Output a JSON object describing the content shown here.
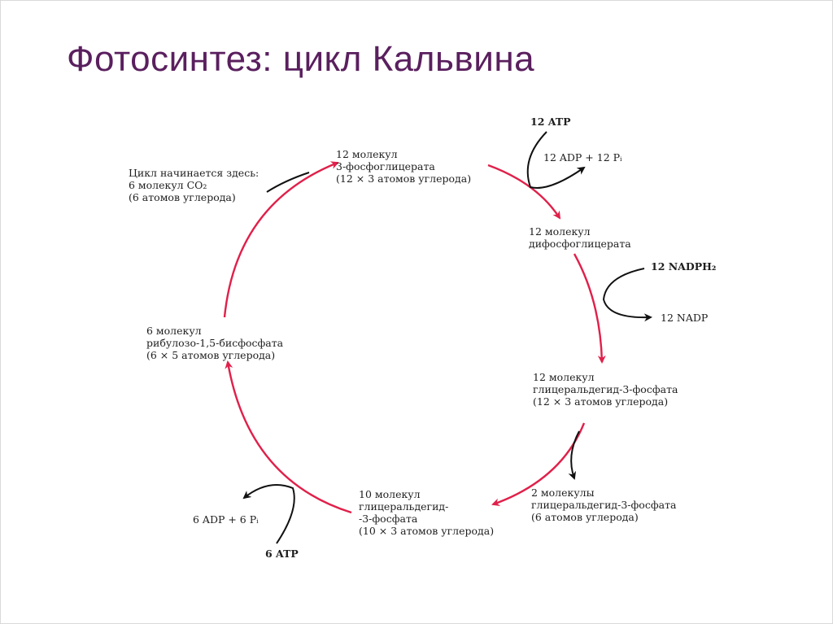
{
  "title": "Фотосинтез: цикл Кальвина",
  "colors": {
    "title": "#5a1f5e",
    "cycle_arrow": "#e0204a",
    "side_arrow": "#111111"
  },
  "nodes": {
    "pga": [
      "12 молекул",
      "3-фосфоглицерата",
      "(12 × 3 атомов углерода)"
    ],
    "dpg": [
      "12 молекул",
      "дифосфоглицерата"
    ],
    "g3p": [
      "12 молекул",
      "глицеральдегид-3-фосфата",
      "(12 × 3 атомов углерода)"
    ],
    "g3p_out": [
      "2 молекулы",
      "глицеральдегид-3-фосфата",
      "(6 атомов углерода)"
    ],
    "g3p_10": [
      "10 молекул",
      "глицеральдегид-",
      "-3-фосфата",
      "(10 × 3 атомов углерода)"
    ],
    "rubp": [
      "6 молекул",
      "рибулозо-1,5-бисфосфата",
      "(6 × 5 атомов углерода)"
    ],
    "start": [
      "Цикл начинается здесь:",
      "6 молекул CO₂",
      "(6 атомов углерода)"
    ]
  },
  "side": {
    "atp12": "12 ATP",
    "adp12": "12 ADP + 12 Pᵢ",
    "nadph12": "12 NADPH₂",
    "nadp12": "12 NADP",
    "atp6": "6 ATP",
    "adp6": "6 ADP + 6 Pᵢ"
  }
}
